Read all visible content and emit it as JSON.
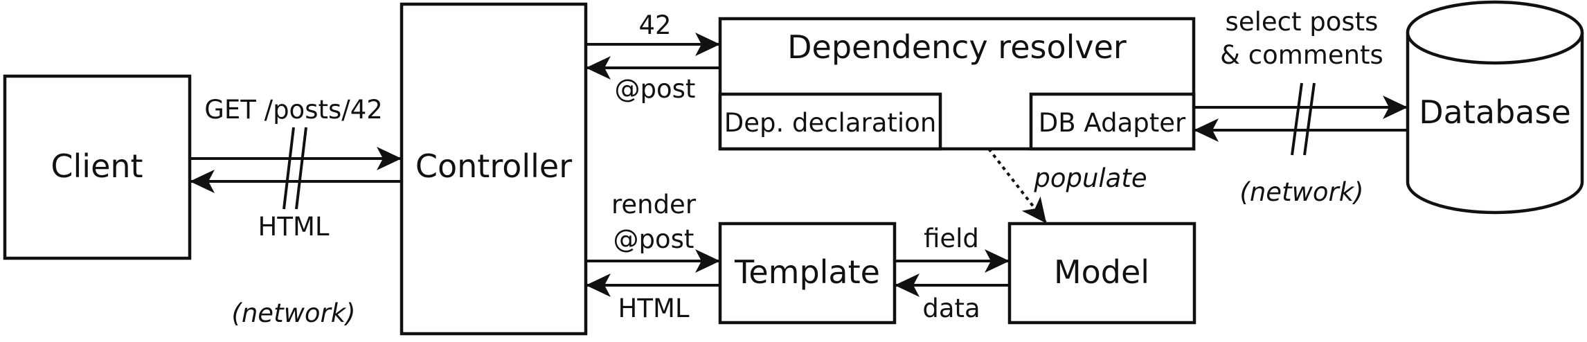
{
  "nodes": {
    "client": "Client",
    "controller": "Controller",
    "dependency_resolver": "Dependency resolver",
    "dep_declaration": "Dep. declaration",
    "db_adapter": "DB Adapter",
    "database": "Database",
    "template": "Template",
    "model": "Model"
  },
  "edges": {
    "client_to_controller": "GET /posts/42",
    "controller_to_client": "HTML",
    "controller_to_resolver": "42",
    "resolver_to_controller": "@post",
    "adapter_to_database_line1": "select posts",
    "adapter_to_database_line2": "& comments",
    "adapter_to_model": "populate",
    "controller_to_template_line1": "render",
    "controller_to_template_line2": "@post",
    "template_to_controller": "HTML",
    "template_to_model": "field",
    "model_to_template": "data"
  },
  "annotations": {
    "network_left": "(network)",
    "network_right": "(network)"
  }
}
